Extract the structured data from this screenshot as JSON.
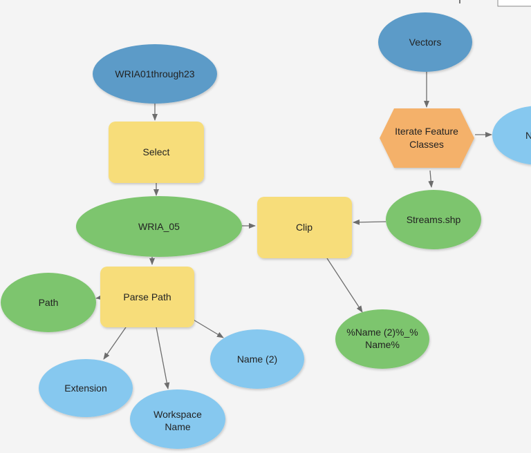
{
  "colors": {
    "data_input": "#5b9bc8",
    "tool": "#f7dd7a",
    "iterator": "#f4b16b",
    "derived_data": "#7dc56e",
    "variable": "#86c8ef",
    "connector": "#6d6d6d"
  },
  "nodes": {
    "wria_input": "WRIA01through23",
    "select_tool": "Select",
    "wria_05": "WRIA_05",
    "clip_tool": "Clip",
    "parse_path_tool": "Parse Path",
    "path_var": "Path",
    "extension_var": "Extension",
    "workspace_name_var": [
      "Workspace",
      "Name"
    ],
    "name_2_var": "Name (2)",
    "vectors_input": "Vectors",
    "iterate_fc_tool": [
      "Iterate Feature",
      "Classes"
    ],
    "name_var_partial": "N",
    "streams_shp": "Streams.shp",
    "clip_output": [
      "%Name (2)%_%",
      "Name%"
    ]
  }
}
